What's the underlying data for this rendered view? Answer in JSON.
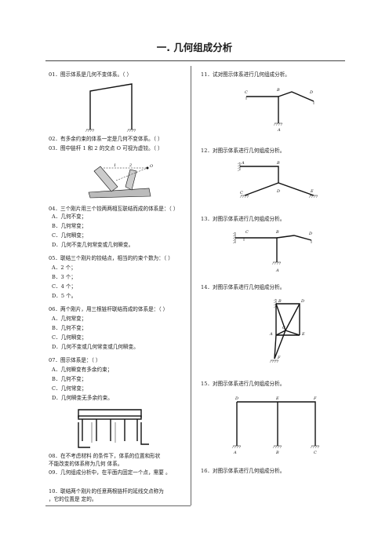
{
  "title": "一. 几何组成分析",
  "left": {
    "q01": "01．图示体系是几何不变体系。（      ）",
    "q02": "02．有多余约束的体系一定是几何不变体系。（      ）",
    "q03": "03．图中链杆 1 和 2 的交点 O 可视为虚铰。（      ）",
    "q03_labels": {
      "one": "1",
      "two": "2",
      "o": "O"
    },
    "q04": "04．三个刚片用三个铰两两相互联结而成的体系是：（      ）",
    "q04_options": [
      "A．几何不变；",
      "B．几何常变；",
      "C．几何瞬变；",
      "D．几何不变几何常变或几何瞬变。"
    ],
    "q05": "05．联结三个刚片的铰结点，相当的约束个数为：（      ）",
    "q05_options": [
      "A．2 个；",
      "B．3 个；",
      "C．4 个；",
      "D．5 个。"
    ],
    "q06": "06．两个刚片，用三根链杆联结而成的体系是：（      ）",
    "q06_options": [
      "A．几何常变；",
      "B．几何不变；",
      "C．几何瞬变；",
      "D．几何不变或几何常变或几何瞬变。"
    ],
    "q07": "07．图示体系是：（      ）",
    "q07_options": [
      "A．几何瞬变有多余约束；",
      "B．几何不变；",
      "C．几何常变；",
      "D．几何瞬变无多余约束。"
    ],
    "q08_line1": "08．在不考虑材料                  的条件下，体系的位置和形状",
    "q08_line2": "不能改变的体系称为几何                  体系。",
    "q09": "09．几何组成分析中，在平面内固定一个点，需要                  。",
    "q10_line1": "10．联结两个刚片的任意两根链杆的延线交点称为",
    "q10_line2": "          ，它的位置是                        定的。"
  },
  "right": {
    "q11": "11．试对图示体系进行几何组成分析。",
    "q11_labels": {
      "c": "C",
      "b": "B",
      "d": "D",
      "a": "A"
    },
    "q12": "12．对图示体系进行几何组成分析。",
    "q12_labels": {
      "a": "A",
      "b": "B",
      "c": "C",
      "d": "D",
      "e": "E"
    },
    "q13": "13．对图示体系进行几何组成分析。",
    "q13_labels": {
      "c": "C",
      "b": "B",
      "d": "D",
      "a": "A"
    },
    "q14": "14．对图示体系进行几何组成分析。",
    "q14_labels": {
      "b": "B",
      "d": "D",
      "c": "C",
      "a": "A",
      "e": "E",
      "f": "F"
    },
    "q15": "15．对图示体系进行几何组成分析。",
    "q15_labels": {
      "d": "D",
      "e": "E",
      "f": "F",
      "a": "A",
      "b": "B",
      "c": "C"
    },
    "q16": "16．对图示体系进行几何组成分析。"
  }
}
